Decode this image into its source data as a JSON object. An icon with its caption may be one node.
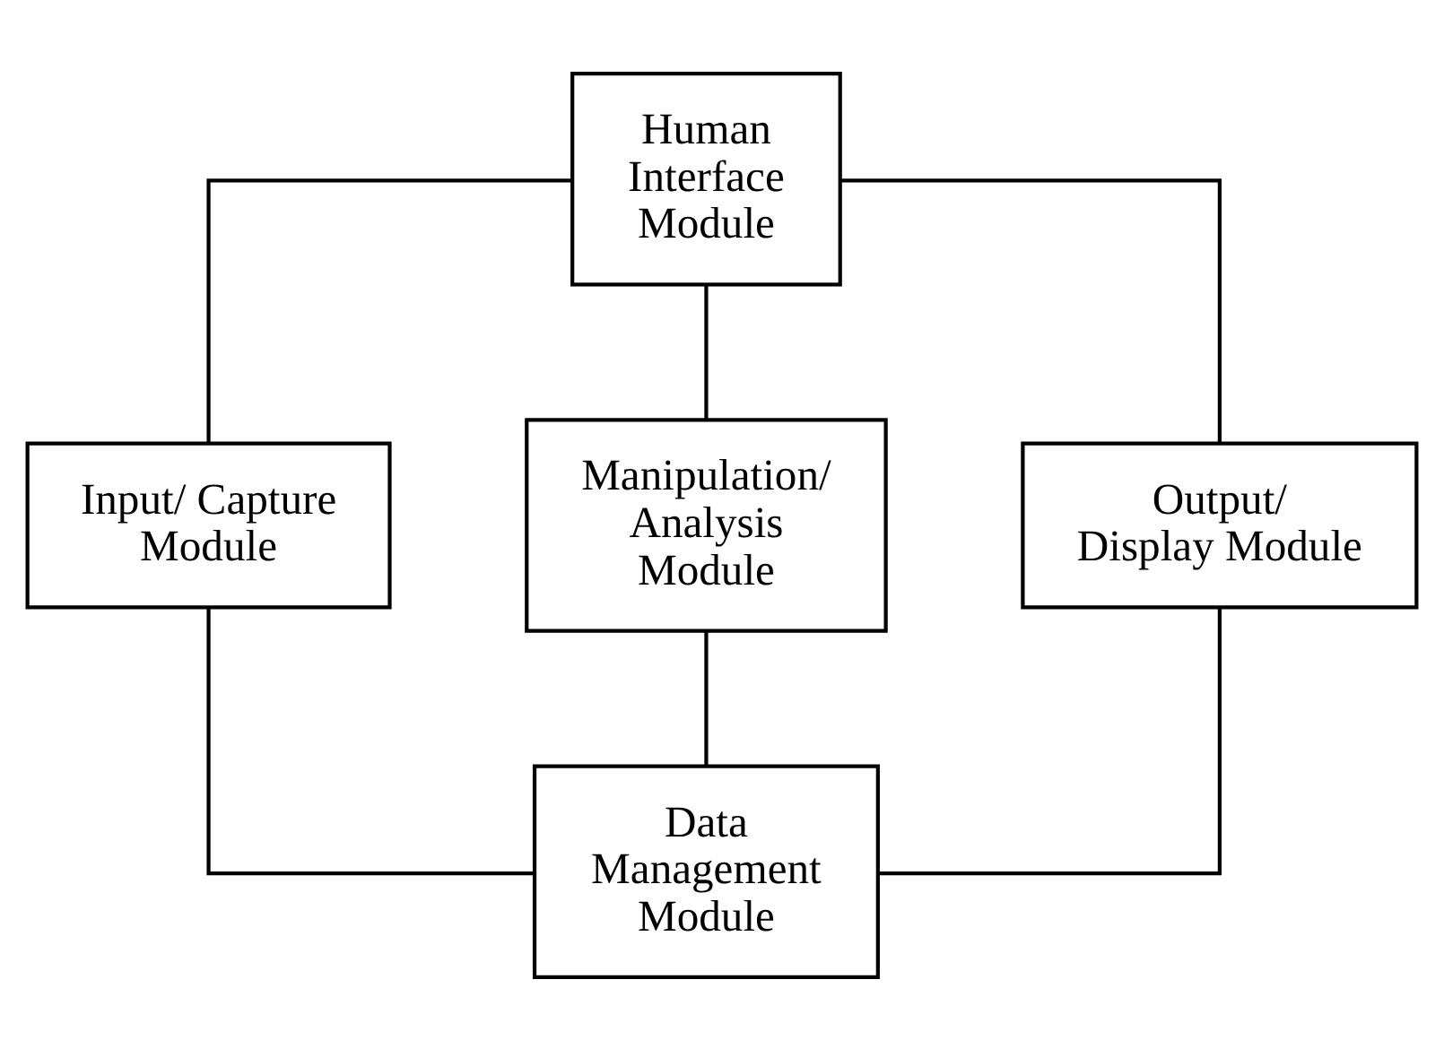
{
  "diagram": {
    "nodes": [
      {
        "text": [
          "Human Interface Module"
        ]
      },
      {
        "text": [
          "Input/ Capture Module"
        ]
      },
      {
        "text": [
          "Manipulation/ Analysis Module"
        ]
      },
      {
        "text": [
          "Output/ Display Module"
        ]
      },
      {
        "text": [
          "Data Management Module"
        ]
      }
    ],
    "edges": [
      {
        "from": 0,
        "to": 1,
        "arrow": "none"
      },
      {
        "from": 0,
        "to": 2,
        "arrow": "none"
      },
      {
        "from": 0,
        "to": 3,
        "arrow": "none"
      },
      {
        "from": 1,
        "to": 4,
        "arrow": "none"
      },
      {
        "from": 2,
        "to": 4,
        "arrow": "none"
      },
      {
        "from": 3,
        "to": 4,
        "arrow": "none"
      }
    ]
  }
}
